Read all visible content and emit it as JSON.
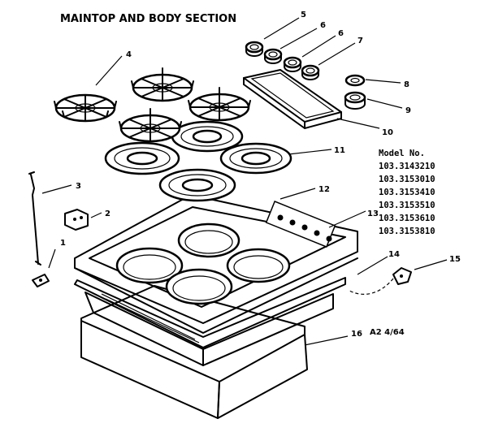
{
  "title": "MAINTOP AND BODY SECTION",
  "model_heading": "Model No.",
  "models": [
    "103.3143210",
    "103.3153010",
    "103.3153410",
    "103.3153510",
    "103.3153610",
    "103.3153810"
  ],
  "callouts": [
    "1",
    "2",
    "3",
    "4",
    "5",
    "6",
    "6",
    "7",
    "8",
    "9",
    "10",
    "11",
    "12",
    "13",
    "14",
    "15",
    "16"
  ],
  "footer_code": "A2  4/64"
}
